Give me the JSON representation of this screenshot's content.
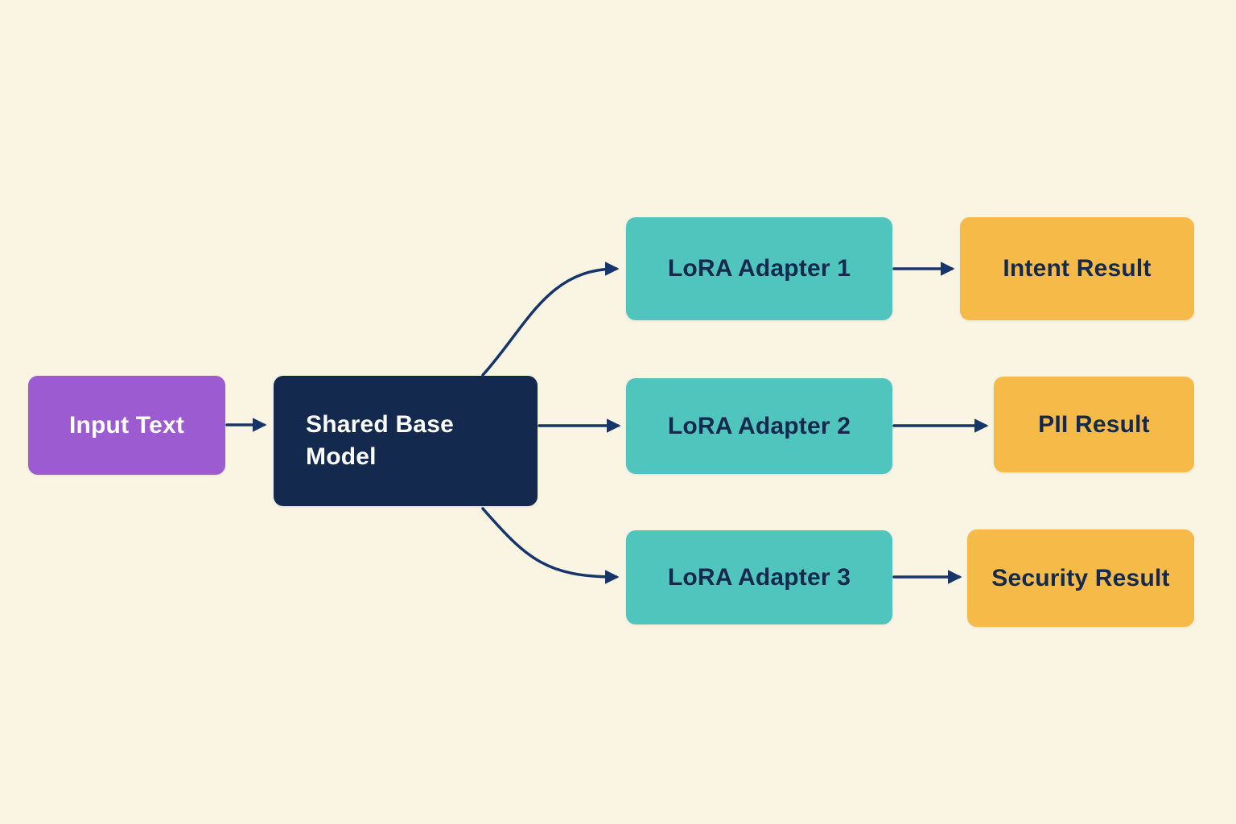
{
  "diagram": {
    "background_color": "#FAF4E2",
    "arrow_color": "#16356B",
    "nodes": {
      "input": {
        "label": "Input Text",
        "fill": "#9D5BD2",
        "text_color": "#FFFFFF"
      },
      "base": {
        "label": "Shared Base Model",
        "fill": "#13294E",
        "text_color": "#FFFFFF"
      },
      "adapter1": {
        "label": "LoRA Adapter 1",
        "fill": "#4FC5BE",
        "text_color": "#13294E"
      },
      "adapter2": {
        "label": "LoRA Adapter 2",
        "fill": "#4FC5BE",
        "text_color": "#13294E"
      },
      "adapter3": {
        "label": "LoRA Adapter 3",
        "fill": "#4FC5BE",
        "text_color": "#13294E"
      },
      "result1": {
        "label": "Intent Result",
        "fill": "#F6BA48",
        "text_color": "#13294E"
      },
      "result2": {
        "label": "PII Result",
        "fill": "#F6BA48",
        "text_color": "#13294E"
      },
      "result3": {
        "label": "Security Result",
        "fill": "#F6BA48",
        "text_color": "#13294E"
      }
    },
    "edges": [
      {
        "from": "Input Text",
        "to": "Shared Base Model"
      },
      {
        "from": "Shared Base Model",
        "to": "LoRA Adapter 1"
      },
      {
        "from": "Shared Base Model",
        "to": "LoRA Adapter 2"
      },
      {
        "from": "Shared Base Model",
        "to": "LoRA Adapter 3"
      },
      {
        "from": "LoRA Adapter 1",
        "to": "Intent Result"
      },
      {
        "from": "LoRA Adapter 2",
        "to": "PII Result"
      },
      {
        "from": "LoRA Adapter 3",
        "to": "Security Result"
      }
    ]
  }
}
